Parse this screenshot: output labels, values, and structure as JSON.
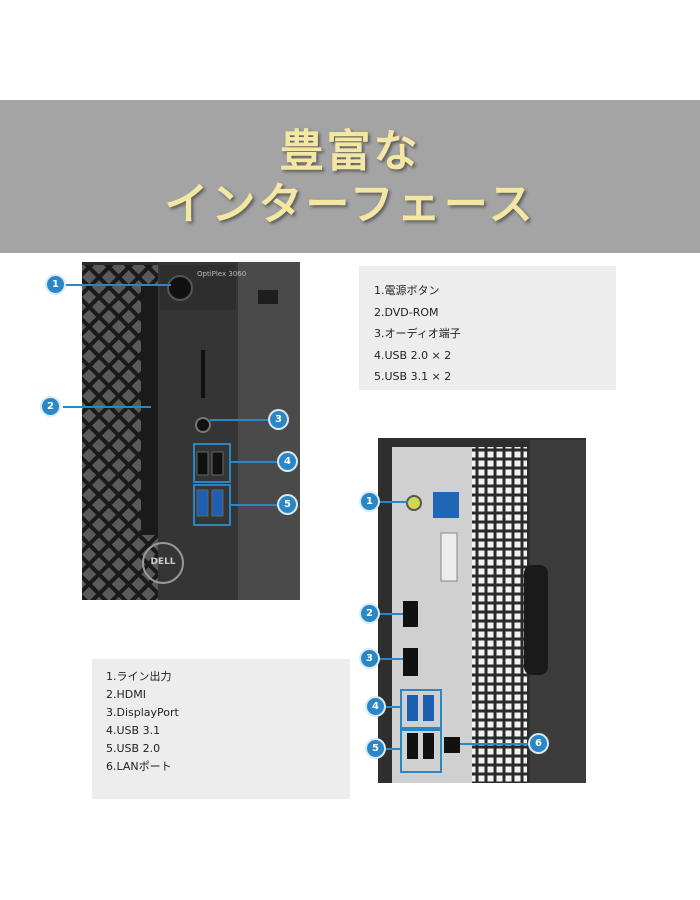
{
  "banner": {
    "line1": "豊富な",
    "line2": "インターフェース"
  },
  "front": {
    "model_label": "OptiPlex 3060",
    "logo_text": "DELL",
    "callouts": [
      "1",
      "2",
      "3",
      "4",
      "5"
    ],
    "spec_items": [
      "1.電源ボタン",
      "2.DVD-ROM",
      "3.オーディオ端子",
      "4.USB 2.0 × 2",
      "5.USB 3.1 × 2"
    ]
  },
  "rear": {
    "callouts": [
      "1",
      "2",
      "3",
      "4",
      "5",
      "6"
    ],
    "spec_items": [
      "1.ライン出力",
      "2.HDMI",
      "3.DisplayPort",
      "4.USB 3.1",
      "5.USB 2.0",
      "6.LANポート"
    ]
  },
  "colors": {
    "banner_bg": "#a4a4a4",
    "banner_text": "#f3e7a3",
    "callout": "#2b86c5",
    "spec_box_bg": "#ededed"
  }
}
